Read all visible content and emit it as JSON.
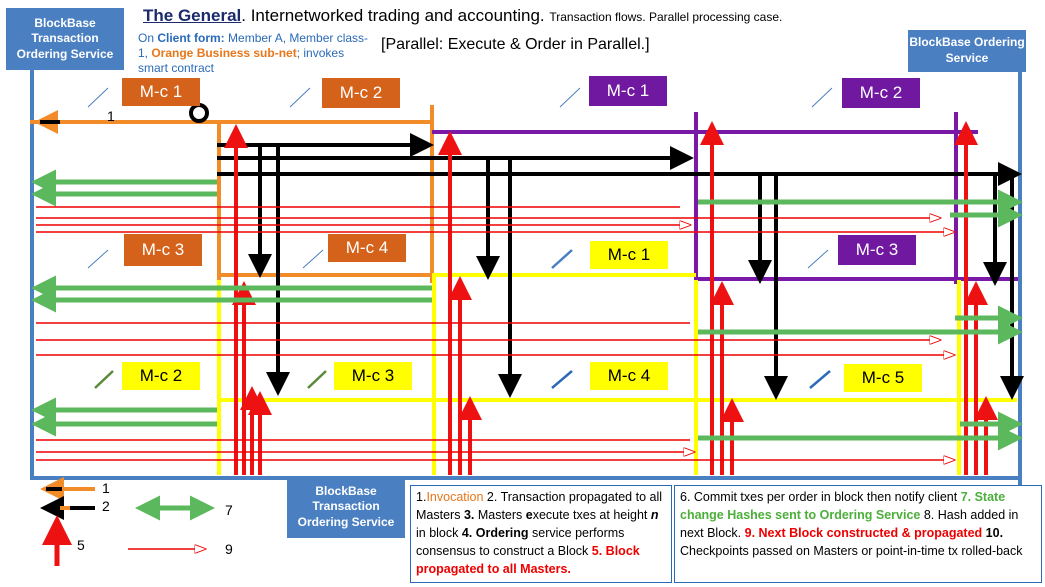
{
  "title": {
    "main": "The General",
    "rest": ". Internetworked trading and accounting.",
    "small": "Transaction flows. Parallel processing case."
  },
  "client_note": {
    "p1": "On ",
    "p2": "Client form:",
    "p3": " Member A, Member class-1, ",
    "p4": "Orange  Business sub-net",
    "p5": "; invokes smart  contract"
  },
  "parallel_note": "[Parallel: Execute & Order in Parallel.]",
  "boxes": {
    "left_service": "BlockBase Transaction Ordering Service",
    "right_service": "BlockBase Ordering Service",
    "bottom_service": "BlockBase Transaction Ordering Service"
  },
  "masters": {
    "o1": "M-c 1",
    "o2": "M-c 2",
    "o3": "M-c 3",
    "o4": "M-c 4",
    "p1": "M-c 1",
    "p2": "M-c 2",
    "p3": "M-c 3",
    "y1": "M-c 1",
    "y2": "M-c 2",
    "y3": "M-c 3",
    "y4": "M-c 4",
    "y5": "M-c 5"
  },
  "marker_1": "1",
  "legend": {
    "l1": "1",
    "l2": "2",
    "l5": "5",
    "l7": "7",
    "l9": "9"
  },
  "steps_left": {
    "s1a": "1.",
    "s1b": "Invocation",
    "s1c": " 2. Transaction propagated to all Masters ",
    "s3n": "3.",
    "s3": " Masters ",
    "s3b": "e",
    "s3c": "xecute txes at height ",
    "s3n2": "n",
    "s3d": " in block ",
    "s4n": "4.",
    "s4b": " Ordering",
    "s4c": " service performs consensus to construct a Block ",
    "s5": "5. Block propagated to all Masters."
  },
  "steps_right": {
    "s6": "6. Commit txes per order in block then notify client",
    "s7": " 7. State change Hashes sent to Ordering Service",
    "s8": " 8. Hash added in next Block. ",
    "s9": "9. Next Block constructed & propagated",
    "s10n": " 10.",
    "s10": " Checkpoints passed on Masters or point-in-time tx rolled-back"
  },
  "colors": {
    "service_blue": "#4a7fc1",
    "orange": "#f28c28",
    "purple": "#7a18a8",
    "yellow": "#ffff00",
    "green": "#5cb85c",
    "red": "#ee1111",
    "black": "#000000"
  },
  "icons": [
    "arrow-left-icon",
    "arrow-right-icon",
    "arrow-up-icon",
    "arrow-down-icon",
    "circle-icon"
  ]
}
